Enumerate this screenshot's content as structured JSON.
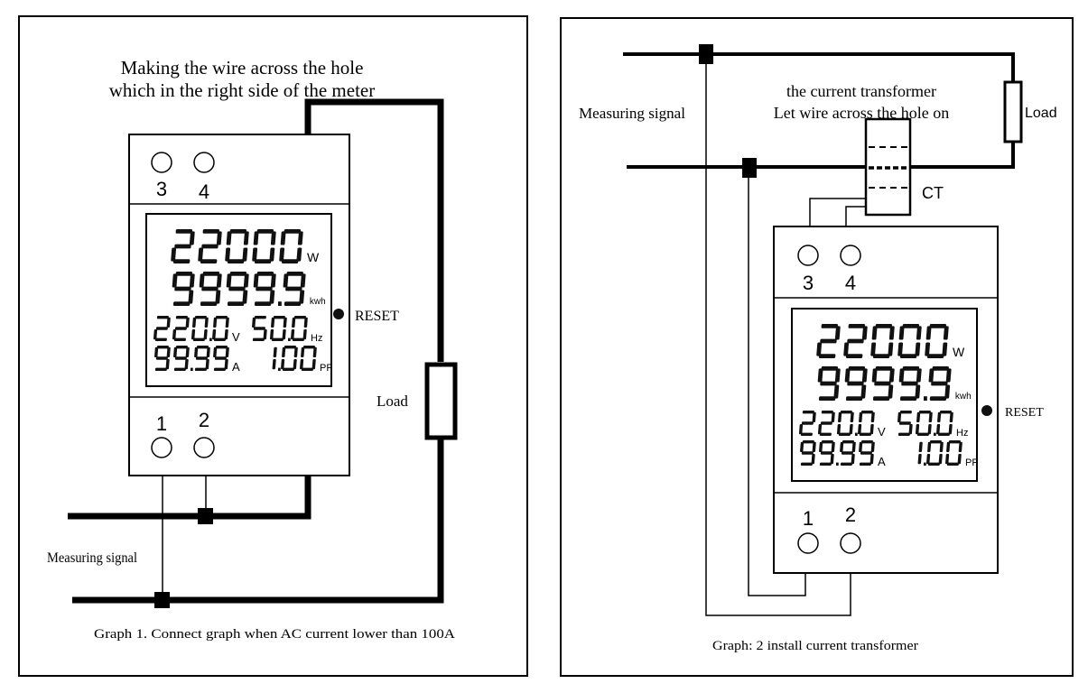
{
  "graph1": {
    "heading_line1": "Making the wire across the hole",
    "heading_line2": "which in the right side of the meter",
    "load_label": "Load",
    "measuring_label": "Measuring signal",
    "reset_label": "RESET",
    "caption": "Graph 1. Connect graph when AC current lower than 100A",
    "terminals_top": [
      "3",
      "4"
    ],
    "terminals_bottom": [
      "1",
      "2"
    ]
  },
  "graph2": {
    "heading_line1": "the current transformer",
    "heading_line2": "Let wire across the hole on",
    "load_label": "Load",
    "ct_label": "CT",
    "measuring_label": "Measuring signal",
    "reset_label": "RESET",
    "caption": "Graph: 2 install current transformer",
    "terminals_top": [
      "3",
      "4"
    ],
    "terminals_bottom": [
      "1",
      "2"
    ]
  },
  "lcd": {
    "power": {
      "value": "22000",
      "unit": "W"
    },
    "energy": {
      "value": "9999.9",
      "unit": "kwh"
    },
    "voltage": {
      "value": "220.0",
      "unit": "V"
    },
    "frequency": {
      "value": "50.0",
      "unit": "Hz"
    },
    "current": {
      "value": "99.99",
      "unit": "A"
    },
    "power_factor": {
      "value": "1.00",
      "unit": "PF"
    }
  },
  "colors": {
    "ink": "#000000",
    "background": "#ffffff"
  }
}
